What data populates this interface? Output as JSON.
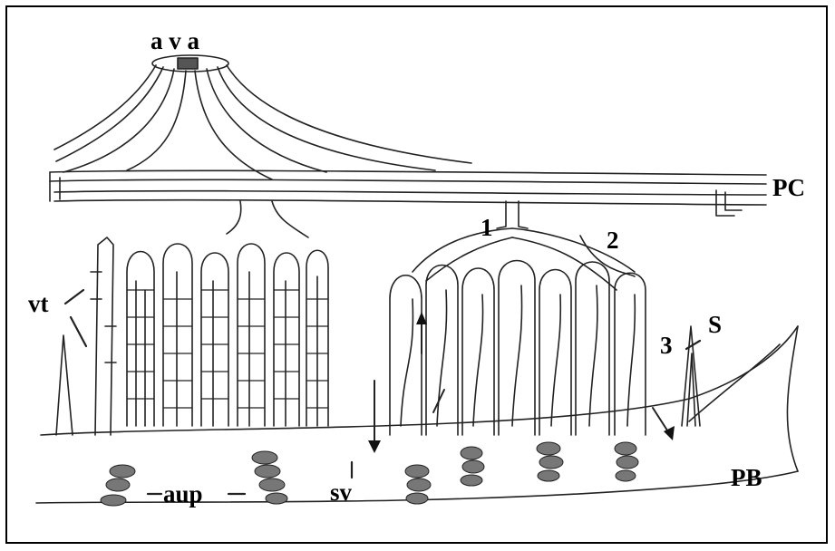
{
  "labels": {
    "ava": "a v a",
    "pc": "PC",
    "one": "1",
    "two": "2",
    "three": "3",
    "s": "S",
    "vt": "vt",
    "aup": "aup",
    "sv": "sv",
    "pb": "PB"
  }
}
